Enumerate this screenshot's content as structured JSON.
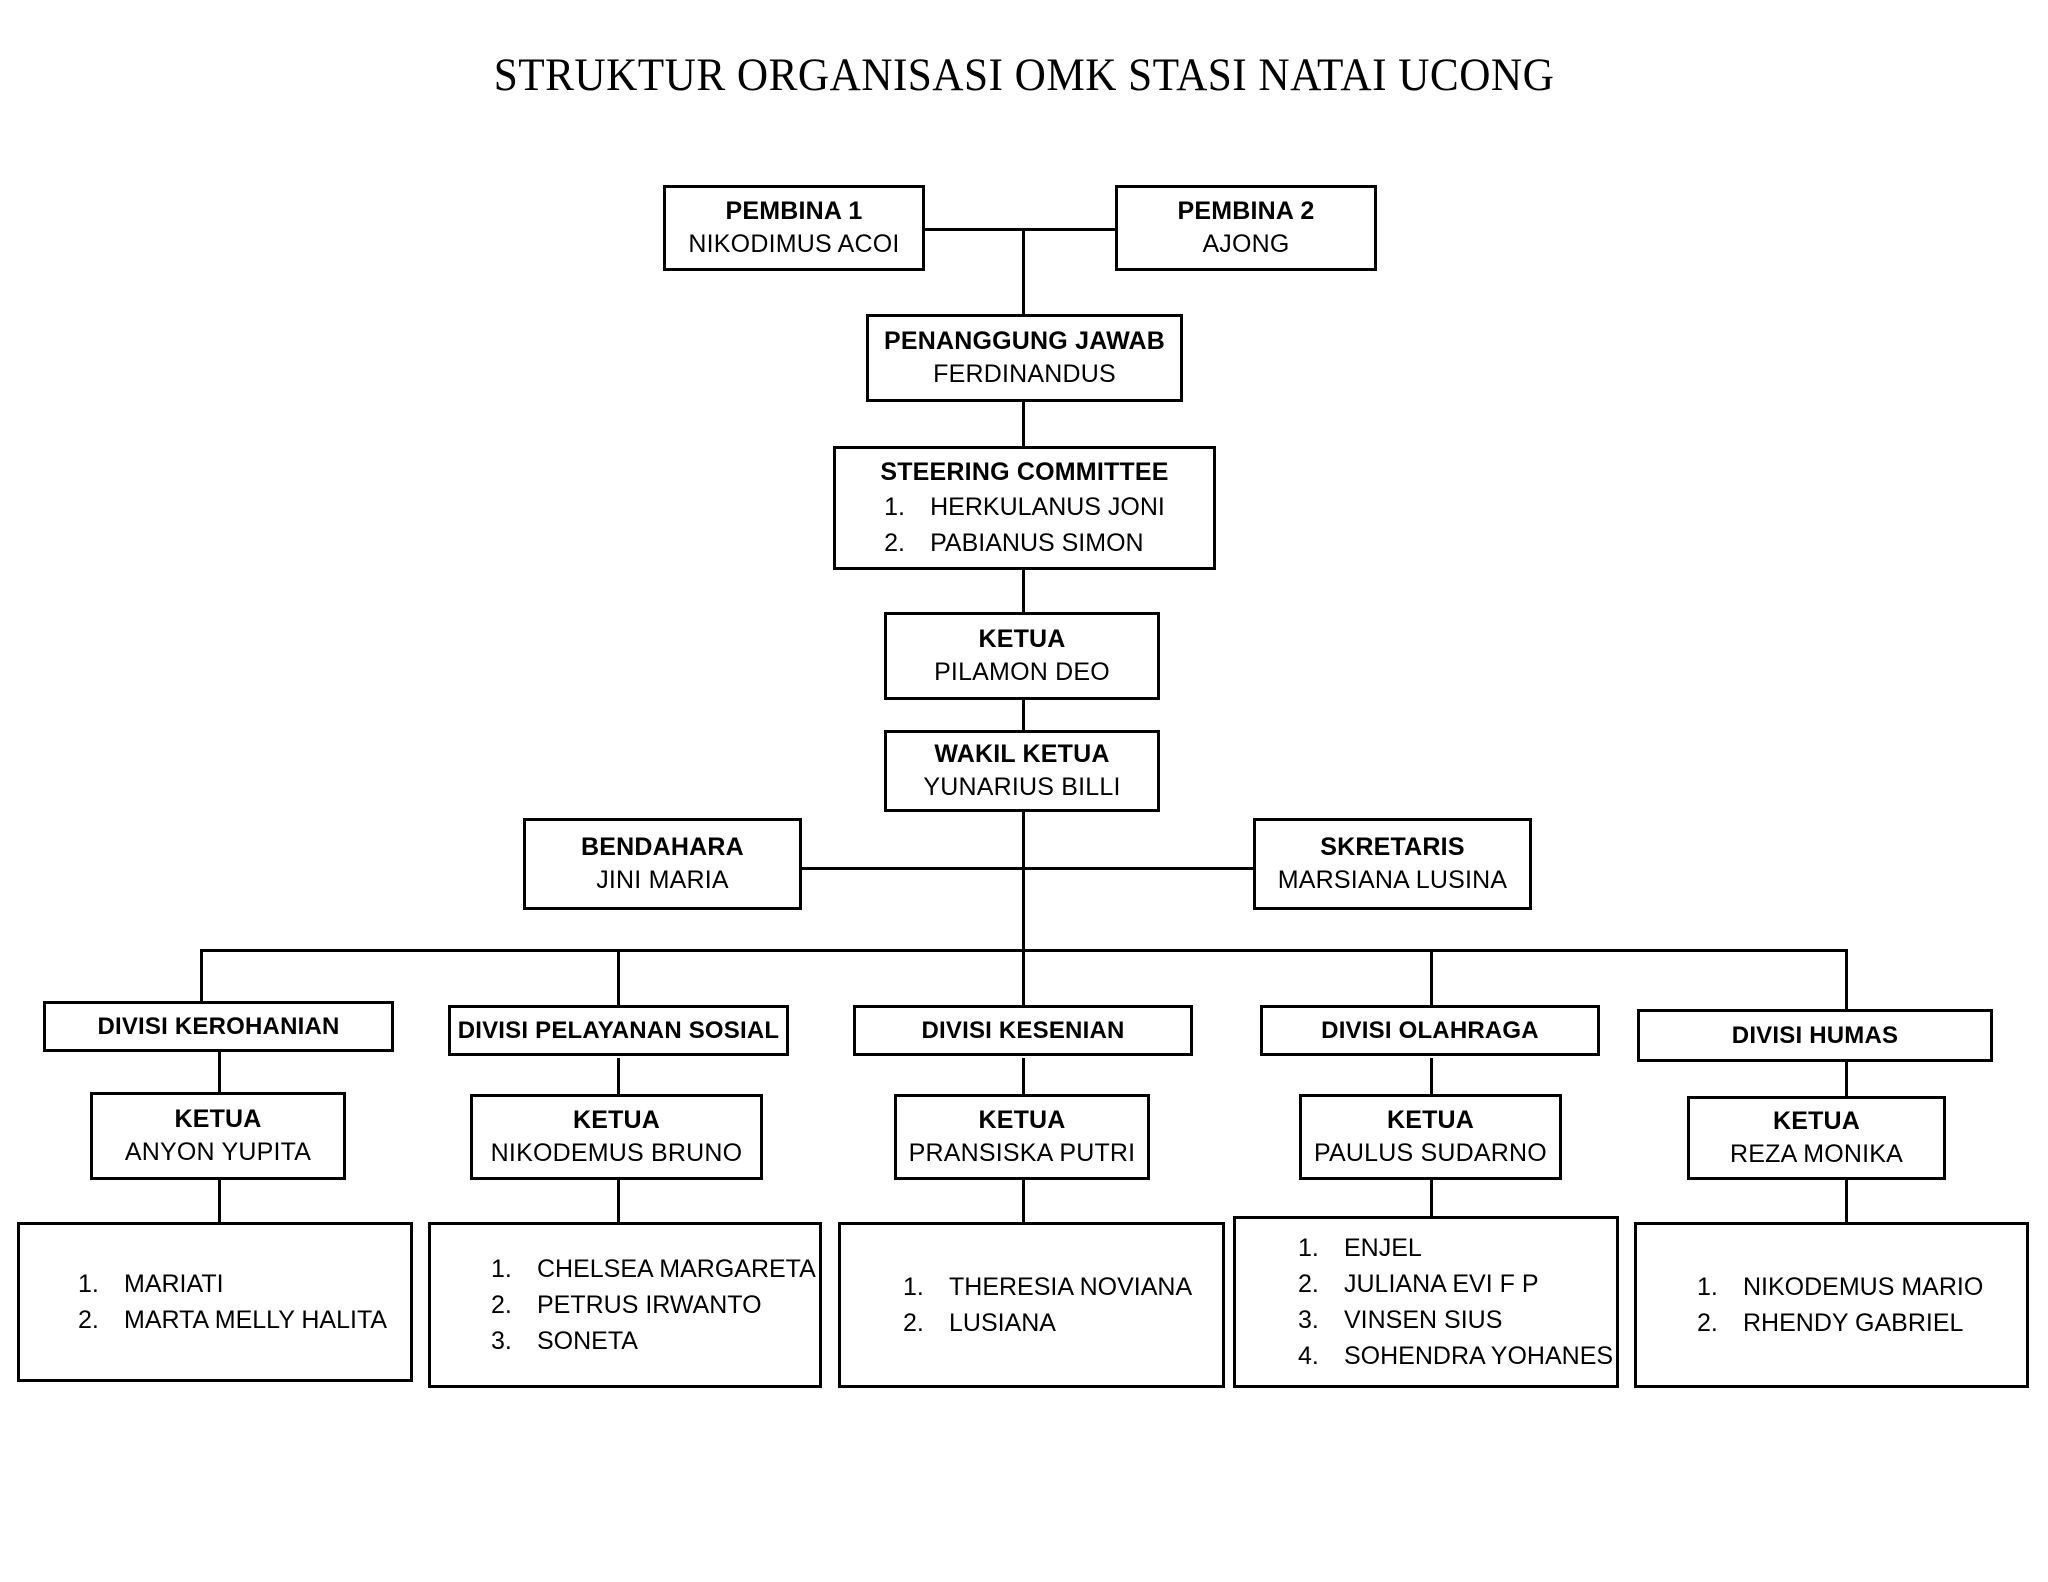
{
  "document": {
    "title": "STRUKTUR ORGANISASI OMK STASI NATAI UCONG",
    "type": "organizational-chart",
    "language": "id"
  },
  "chart_data": {
    "type": "diagram",
    "title": "STRUKTUR ORGANISASI OMK STASI NATAI UCONG",
    "nodes": [
      {
        "id": "pembina1",
        "role": "PEMBINA 1",
        "name": "NIKODIMUS ACOI",
        "level": 0
      },
      {
        "id": "pembina2",
        "role": "PEMBINA 2",
        "name": "AJONG",
        "level": 0
      },
      {
        "id": "penanggung",
        "role": "PENANGGUNG JAWAB",
        "name": "FERDINANDUS",
        "level": 1
      },
      {
        "id": "steering",
        "role": "STEERING COMMITTEE",
        "members": [
          "HERKULANUS JONI",
          "PABIANUS SIMON"
        ],
        "level": 2
      },
      {
        "id": "ketua",
        "role": "KETUA",
        "name": "PILAMON DEO",
        "level": 3
      },
      {
        "id": "wakil",
        "role": "WAKIL KETUA",
        "name": "YUNARIUS BILLI",
        "level": 4
      },
      {
        "id": "bendahara",
        "role": "BENDAHARA",
        "name": "JINI MARIA",
        "level": 5
      },
      {
        "id": "skretaris",
        "role": "SKRETARIS",
        "name": "MARSIANA LUSINA",
        "level": 5
      },
      {
        "id": "div_kerohanian",
        "role": "DIVISI KEROHANIAN",
        "level": 6
      },
      {
        "id": "div_pelayanan",
        "role": "DIVISI PELAYANAN SOSIAL",
        "level": 6
      },
      {
        "id": "div_kesenian",
        "role": "DIVISI KESENIAN",
        "level": 6
      },
      {
        "id": "div_olahraga",
        "role": "DIVISI OLAHRAGA",
        "level": 6
      },
      {
        "id": "div_humas",
        "role": "DIVISI HUMAS",
        "level": 6
      }
    ]
  },
  "top": {
    "pembina1": {
      "role": "PEMBINA 1",
      "name": "NIKODIMUS ACOI"
    },
    "pembina2": {
      "role": "PEMBINA 2",
      "name": "AJONG"
    },
    "penanggung_jawab": {
      "role": "PENANGGUNG JAWAB",
      "name": "FERDINANDUS"
    },
    "steering": {
      "role": "STEERING COMMITTEE",
      "members": [
        {
          "num": "1.",
          "name": "HERKULANUS JONI"
        },
        {
          "num": "2.",
          "name": "PABIANUS SIMON"
        }
      ]
    },
    "ketua": {
      "role": "KETUA",
      "name": "PILAMON DEO"
    },
    "wakil_ketua": {
      "role": "WAKIL KETUA",
      "name": "YUNARIUS BILLI"
    },
    "bendahara": {
      "role": "BENDAHARA",
      "name": "JINI MARIA"
    },
    "skretaris": {
      "role": "SKRETARIS",
      "name": "MARSIANA LUSINA"
    }
  },
  "divisions": [
    {
      "name": "DIVISI KEROHANIAN",
      "ketua_label": "KETUA",
      "ketua_name": "ANYON YUPITA",
      "members": [
        {
          "num": "1.",
          "name": "MARIATI"
        },
        {
          "num": "2.",
          "name": "MARTA MELLY HALITA"
        }
      ]
    },
    {
      "name": "DIVISI PELAYANAN SOSIAL",
      "ketua_label": "KETUA",
      "ketua_name": "NIKODEMUS BRUNO",
      "members": [
        {
          "num": "1.",
          "name": "CHELSEA MARGARETA"
        },
        {
          "num": "2.",
          "name": "PETRUS IRWANTO"
        },
        {
          "num": "3.",
          "name": "SONETA"
        }
      ]
    },
    {
      "name": "DIVISI KESENIAN",
      "ketua_label": "KETUA",
      "ketua_name": "PRANSISKA PUTRI",
      "members": [
        {
          "num": "1.",
          "name": "THERESIA NOVIANA"
        },
        {
          "num": "2.",
          "name": "LUSIANA"
        }
      ]
    },
    {
      "name": "DIVISI OLAHRAGA",
      "ketua_label": "KETUA",
      "ketua_name": "PAULUS SUDARNO",
      "members": [
        {
          "num": "1.",
          "name": "ENJEL"
        },
        {
          "num": "2.",
          "name": "JULIANA EVI F P"
        },
        {
          "num": "3.",
          "name": "VINSEN SIUS"
        },
        {
          "num": "4.",
          "name": "SOHENDRA YOHANES"
        }
      ]
    },
    {
      "name": "DIVISI HUMAS",
      "ketua_label": "KETUA",
      "ketua_name": "REZA MONIKA",
      "members": [
        {
          "num": "1.",
          "name": "NIKODEMUS MARIO"
        },
        {
          "num": "2.",
          "name": "RHENDY GABRIEL"
        }
      ]
    }
  ],
  "colors": {
    "background": "#ffffff",
    "line": "#000000",
    "text": "#000000"
  }
}
